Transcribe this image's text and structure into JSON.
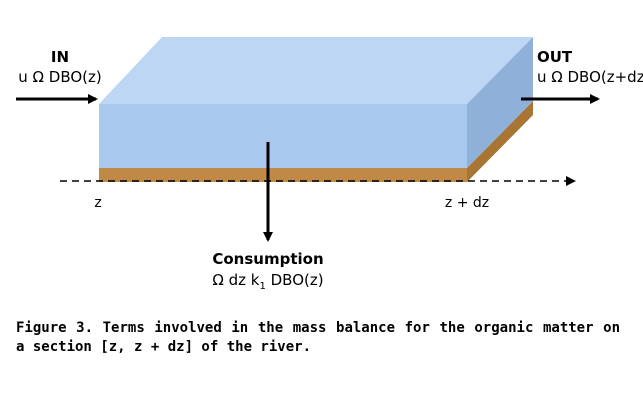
{
  "diagram": {
    "in_label": "IN",
    "in_expr": "u Ω DBO(z)",
    "out_label": "OUT",
    "out_expr": "u Ω DBO(z+dz)",
    "z_label": "z",
    "z_dz_label": "z + dz",
    "consumption_label": "Consumption",
    "consumption_expr_prefix": "Ω dz k",
    "consumption_expr_sub": "1",
    "consumption_expr_suffix": " DBO(z)"
  },
  "caption": "Figure 3. Terms involved in the mass balance for the organic matter on a section [z, z + dz] of the river.",
  "colors": {
    "water_front": "#a8c8ed",
    "water_top": "#bdd6f3",
    "water_side": "#8fb1d9",
    "riverbed": "#c08a46",
    "riverbed_dark": "#a97535",
    "arrow": "#000000"
  }
}
